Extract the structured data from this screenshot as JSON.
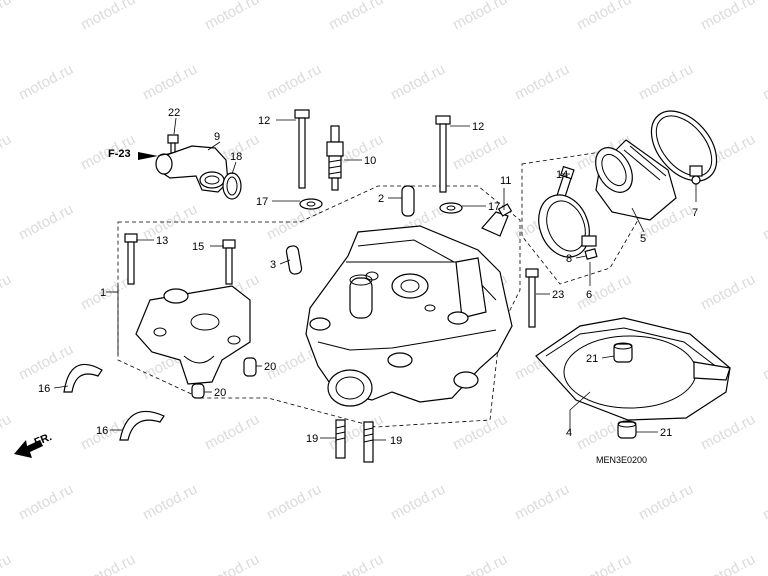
{
  "watermark": "motod.ru",
  "diagram_code": "MEN3E0200",
  "direction_marker": "FR.",
  "reference": "F-23",
  "callouts": {
    "c1": "1",
    "c2": "2",
    "c3": "3",
    "c4": "4",
    "c5": "5",
    "c6": "6",
    "c7": "7",
    "c8": "8",
    "c9": "9",
    "c10": "10",
    "c11": "11",
    "c12a": "12",
    "c12b": "12",
    "c13": "13",
    "c14": "14",
    "c15": "15",
    "c16a": "16",
    "c16b": "16",
    "c17a": "17",
    "c17b": "17",
    "c18": "18",
    "c19a": "19",
    "c19b": "19",
    "c20a": "20",
    "c20b": "20",
    "c21a": "21",
    "c21b": "21",
    "c22": "22",
    "c23": "23"
  }
}
